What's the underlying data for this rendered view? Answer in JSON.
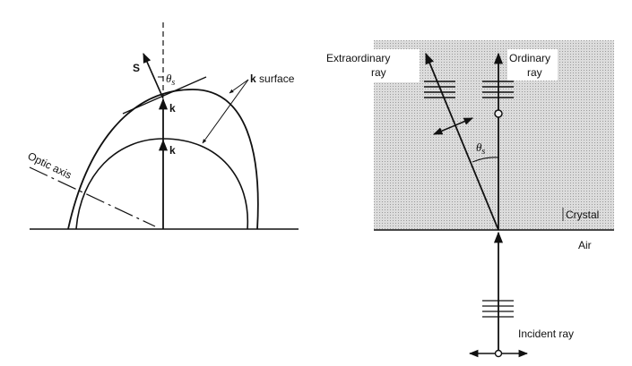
{
  "left_diagram": {
    "s_label": "S",
    "theta_label": "θ",
    "theta_sub": "s",
    "k_label_outer": "k",
    "k_label_inner": "k",
    "k_surface_bold": "k",
    "k_surface_text": " surface",
    "optic_axis_label": "Optic axis"
  },
  "right_diagram": {
    "extraordinary_line1": "Extraordinary",
    "extraordinary_line2": "ray",
    "ordinary_line1": "Ordinary",
    "ordinary_line2": "ray",
    "theta_label": "θ",
    "theta_sub": "s",
    "crystal_label": "Crystal",
    "air_label": "Air",
    "incident_label": "Incident ray"
  },
  "colors": {
    "ink": "#111111",
    "crystal_shade": "#d4d4d4"
  }
}
